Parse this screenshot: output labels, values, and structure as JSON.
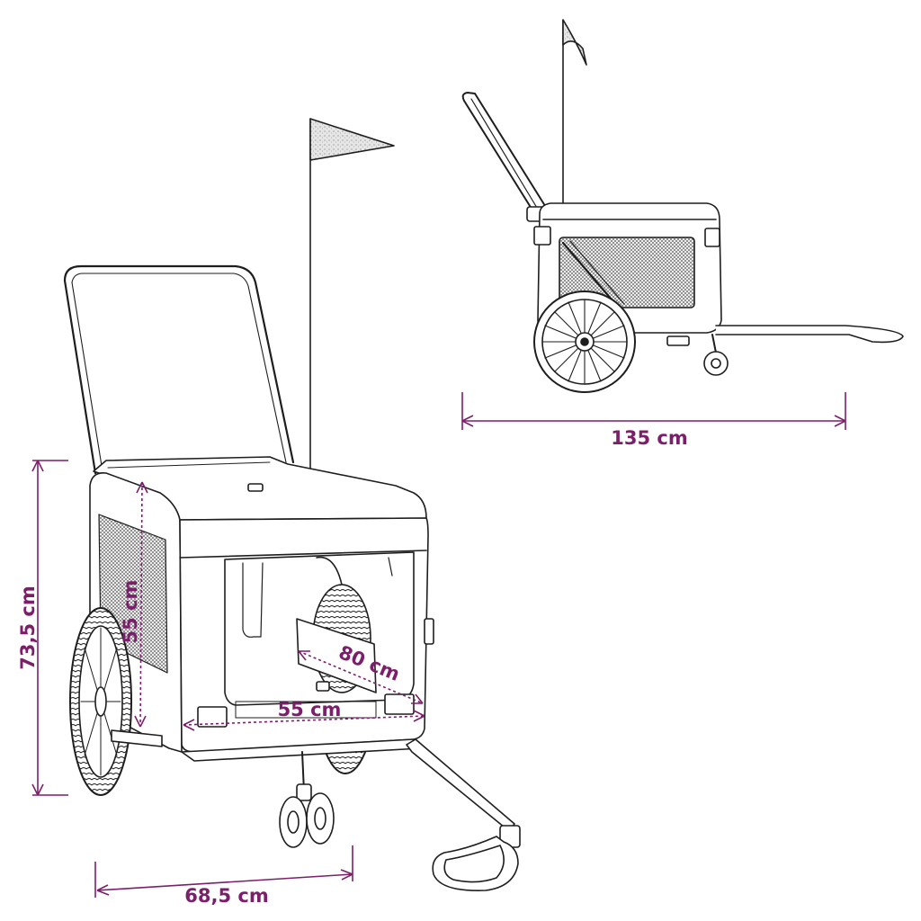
{
  "colors": {
    "dimension": "#7b1f6a",
    "line": "#1e1e1e",
    "fill": "#ffffff",
    "mesh": "#6b6b6b",
    "flag": "#cfcfcf"
  },
  "dimensions": {
    "length": "135 cm",
    "height": "73,5 cm",
    "inner_height": "55 cm",
    "inner_width": "55 cm",
    "inner_depth": "80 cm",
    "width": "68,5 cm"
  }
}
